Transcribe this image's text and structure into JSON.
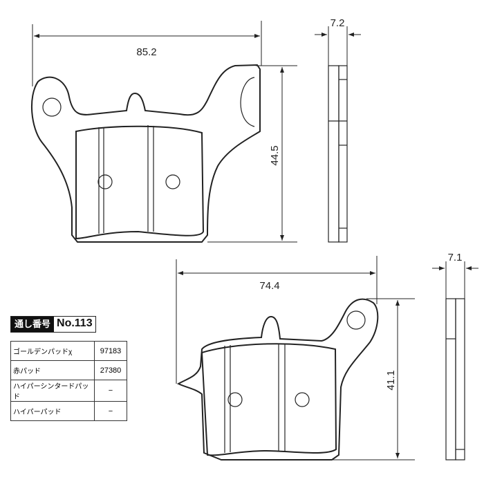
{
  "dimensions": {
    "top_width": "85.2",
    "top_height": "44.5",
    "top_thickness": "7.2",
    "bottom_width": "74.4",
    "bottom_height": "41.1",
    "bottom_thickness": "7.1"
  },
  "header": {
    "label": "通し番号",
    "number": "No.113"
  },
  "table": [
    {
      "name": "ゴールデンパッドχ",
      "code": "97183"
    },
    {
      "name": "赤パッド",
      "code": "27380"
    },
    {
      "name": "ハイパーシンタードパッド",
      "code": "−"
    },
    {
      "name": "ハイパーパッド",
      "code": "−"
    }
  ]
}
